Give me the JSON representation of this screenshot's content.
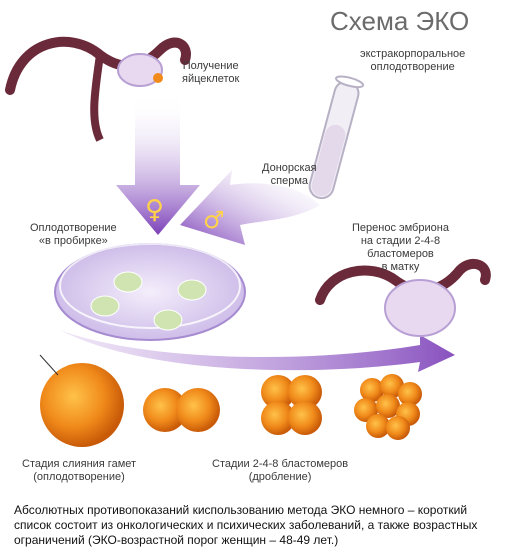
{
  "title": "Схема ЭКО",
  "labels": {
    "egg_retrieval": [
      "Получение",
      "яйцеклеток"
    ],
    "ivf": [
      "экстракорпоральное",
      "оплодотворение"
    ],
    "donor_sperm": [
      "Донорская",
      "сперма"
    ],
    "in_vitro": [
      "Оплодотворение",
      "«в пробирке»"
    ],
    "transfer": [
      "Перенос эмбриона",
      "на стадии 2-4-8",
      "бластомеров",
      "в матку"
    ],
    "fusion": [
      "Стадия слияния гамет",
      "(оплодотворение)"
    ],
    "cleavage": [
      "Стадии 2-4-8 бластомеров",
      "(дробление)"
    ]
  },
  "symbols": {
    "female": "♀",
    "male": "♂"
  },
  "caption": "Абсолютных противопоказаний киспользованию метода ЭКО немного – короткий список состоит из онкологических и психических заболеваний, а также возрастных ограничений (ЭКО-возрастной порог женщин – 48-49 лет.)",
  "colors": {
    "arrow": "#8a5cc0",
    "embryo": "#f08a1a",
    "tissue": "#6b2a3a",
    "text": "#3a3a3a"
  }
}
